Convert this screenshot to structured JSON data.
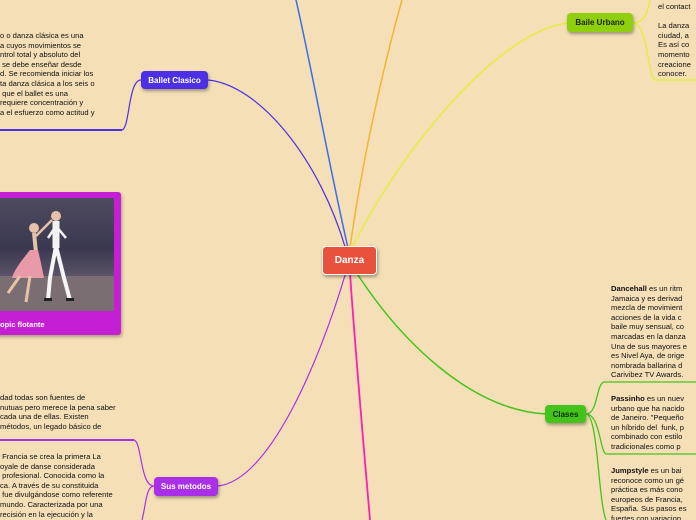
{
  "center": {
    "label": "Danza"
  },
  "nodes": {
    "ballet": {
      "label": "Ballet Clasico"
    },
    "urbano": {
      "label": "Baile Urbano"
    },
    "clases": {
      "label": "Clases"
    },
    "metodos": {
      "label": "Sus metodos"
    },
    "floating": {
      "label": "opic flotante"
    }
  },
  "ballet_text": "o o danza clásica es una\na cuyos movimientos se\nntrol total y absoluto del\n se debe enseñar desde\nd. Se recomienda iniciar los\nta danza clásica a los seis o\n que el ballet es una\nrequiere concentración y\na el esfuerzo como actitud y",
  "urbano_text": "el contact\n\nLa danza \nciudad, a\nEs así co\nmomento\ncreacione\nconocer.",
  "metodos_text_1": "dad todas son fuentes de\nnutuas pero merece la pena saber\ncada una de ellas. Existen\nmétodos, un legado básico de",
  "metodos_text_2": " Francia se crea la primera La\noyale de danse considerada\n profesional. Conocida como la\nca. A través de su constituida\n fue divulgándose como referente\nmundo. Caracterizada por una\nrecisión en la ejecución y la\nado del movimiento. No está",
  "clases": {
    "dancehall": {
      "title": "Dancehall",
      "rest": " es un ritm\nJamaica y es derivad\nmezcla de movimient\nacciones de la vida c\nbaile muy sensual, co\nmarcadas en la danza\nUna de sus mayores e\nes Nivel Aya, de orige\nnombrada ballarina d\nCarivibez TV Awards."
    },
    "passinho": {
      "title": "Passinho",
      "rest": " es un nuev\nurbano que ha nacido\nde Janeiro. \"Pequeño\nun híbrido del  funk, p\ncombinado con estilo\ntradicionales como p"
    },
    "jumpstyle": {
      "title": "Jumpstyle",
      "rest": " es un bai\nreconoce como un gé\npráctica es más cono\neuropeos de Francia,\nEspaña. Sus pasos es\nfuertes con variacion"
    }
  },
  "colors": {
    "background": "#f4dfb6",
    "center": "#e8513b",
    "ballet": "#4d2fe6",
    "urbano": "#8fcf0e",
    "clases": "#43c41a",
    "metodos": "#a930e6",
    "pink": "#ff1fb4",
    "blue": "#3a6ee8",
    "orange": "#f5b52c"
  }
}
